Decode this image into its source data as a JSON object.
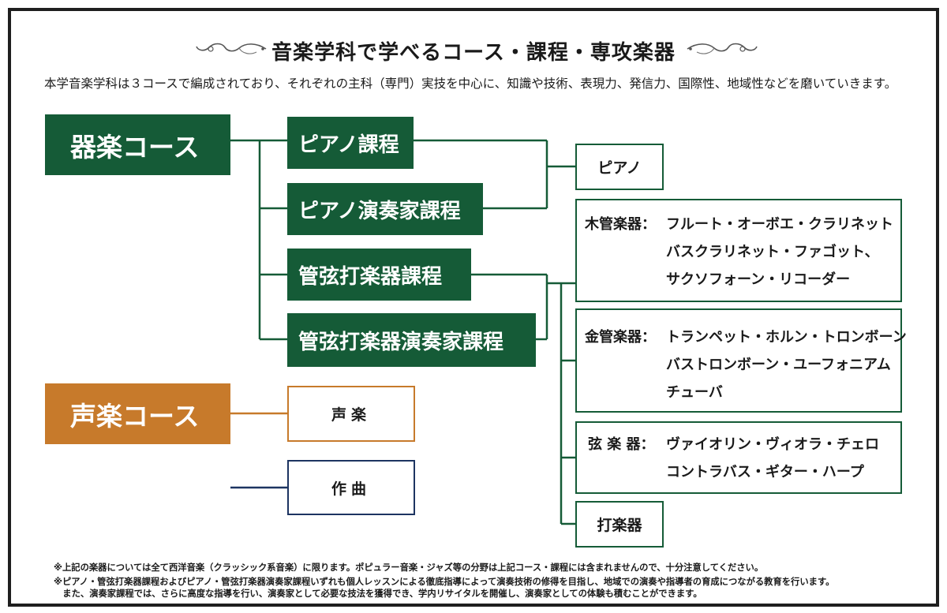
{
  "title": "音楽学科で学べるコース・課程・専攻楽器",
  "intro": "本学音楽学科は３コースで編成されており、それぞれの主科（専門）実技を中心に、知識や技術、表現力、発信力、国際性、地域性などを磨いていきます。",
  "colors": {
    "green": "#155b37",
    "orange": "#c77a2b",
    "navy": "#1d3461"
  },
  "courses": {
    "instrumental": "器楽コース",
    "vocal": "声楽コース"
  },
  "programs": {
    "piano": "ピアノ課程",
    "piano_performer": "ピアノ演奏家課程",
    "orchestral": "管弦打楽器課程",
    "orchestral_performer": "管弦打楽器演奏家課程"
  },
  "majors": {
    "piano": "ピアノ",
    "vocal": "声楽",
    "composition": "作曲",
    "percussion": "打楽器"
  },
  "instrument_groups": [
    {
      "category": "木管楽器：",
      "lines": [
        "フルート・オーボエ・クラリネット",
        "バスクラリネット・ファゴット、",
        "サクソフォーン・リコーダー"
      ]
    },
    {
      "category": "金管楽器：",
      "lines": [
        "トランペット・ホルン・トロンボーン",
        "バストロンボーン・ユーフォニアム",
        "チューバ"
      ]
    },
    {
      "category": "弦 楽 器：",
      "lines": [
        "ヴァイオリン・ヴィオラ・チェロ",
        "コントラバス・ギター・ハープ"
      ]
    }
  ],
  "notes": [
    "※上記の楽器については全て西洋音楽（クラッシック系音楽）に限ります。ポピュラー音楽・ジャズ等の分野は上記コース・課程には含まれませんので、十分注意してください。",
    "※ピアノ・管弦打楽器課程およびピアノ・管弦打楽器演奏家課程いずれも個人レッスンによる徹底指導によって演奏技術の修得を目指し、地域での演奏や指導者の育成につながる教育を行います。",
    "　また、演奏家課程では、さらに高度な指導を行い、演奏家として必要な技法を獲得でき、学内リサイタルを開催し、演奏家としての体験も積むことができます。"
  ]
}
